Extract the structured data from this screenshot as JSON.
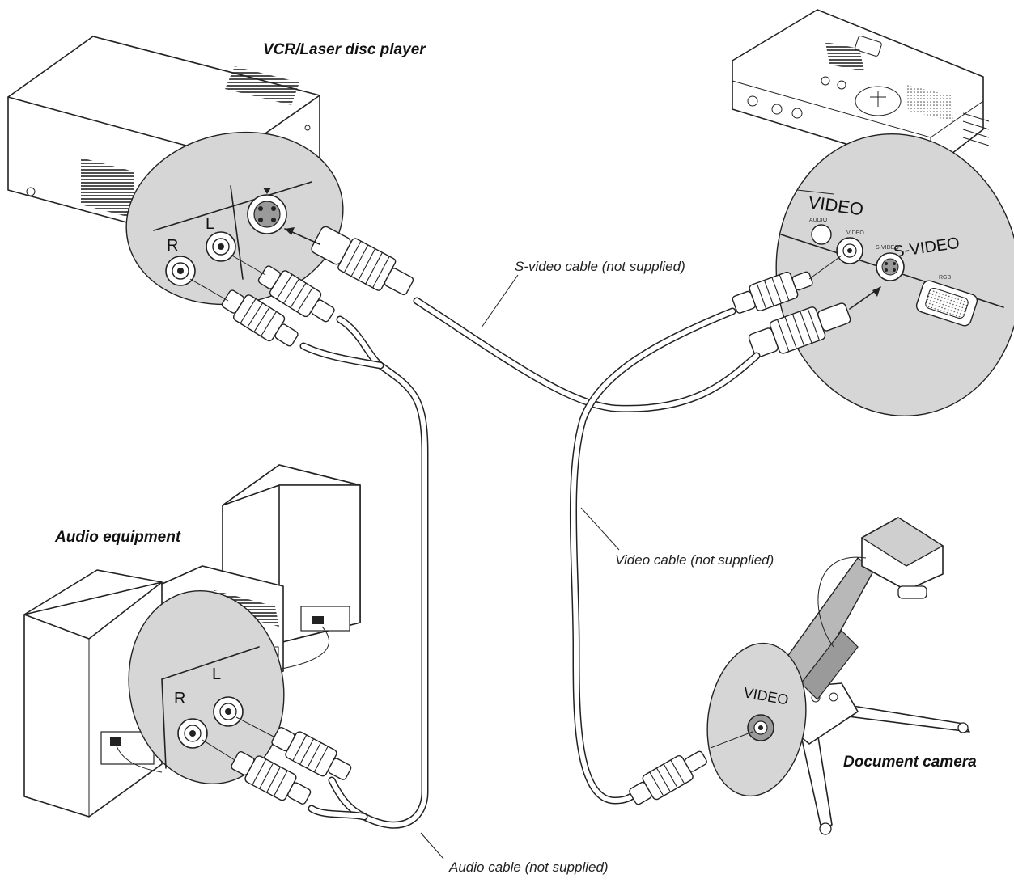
{
  "labels": {
    "vcr": "VCR/Laser disc player",
    "audio_equipment": "Audio equipment",
    "document_camera": "Document camera",
    "s_video_cable": "S-video cable (not supplied)",
    "video_cable": "Video cable (not supplied)",
    "audio_cable": "Audio cable (not supplied)"
  },
  "vcr_panel": {
    "right": "R",
    "left": "L"
  },
  "audio_panel": {
    "right": "R",
    "left": "L"
  },
  "projector_panel": {
    "video": "VIDEO",
    "s_video": "S-VIDEO",
    "audio_small": "AUDIO",
    "video_small": "VIDEO",
    "s_video_small": "S-VIDEO",
    "rgb_small": "RGB"
  },
  "camera_panel": {
    "video": "VIDEO"
  },
  "colors": {
    "line": "#222222",
    "zoom_fill": "#d6d6d6",
    "background": "#ffffff"
  }
}
